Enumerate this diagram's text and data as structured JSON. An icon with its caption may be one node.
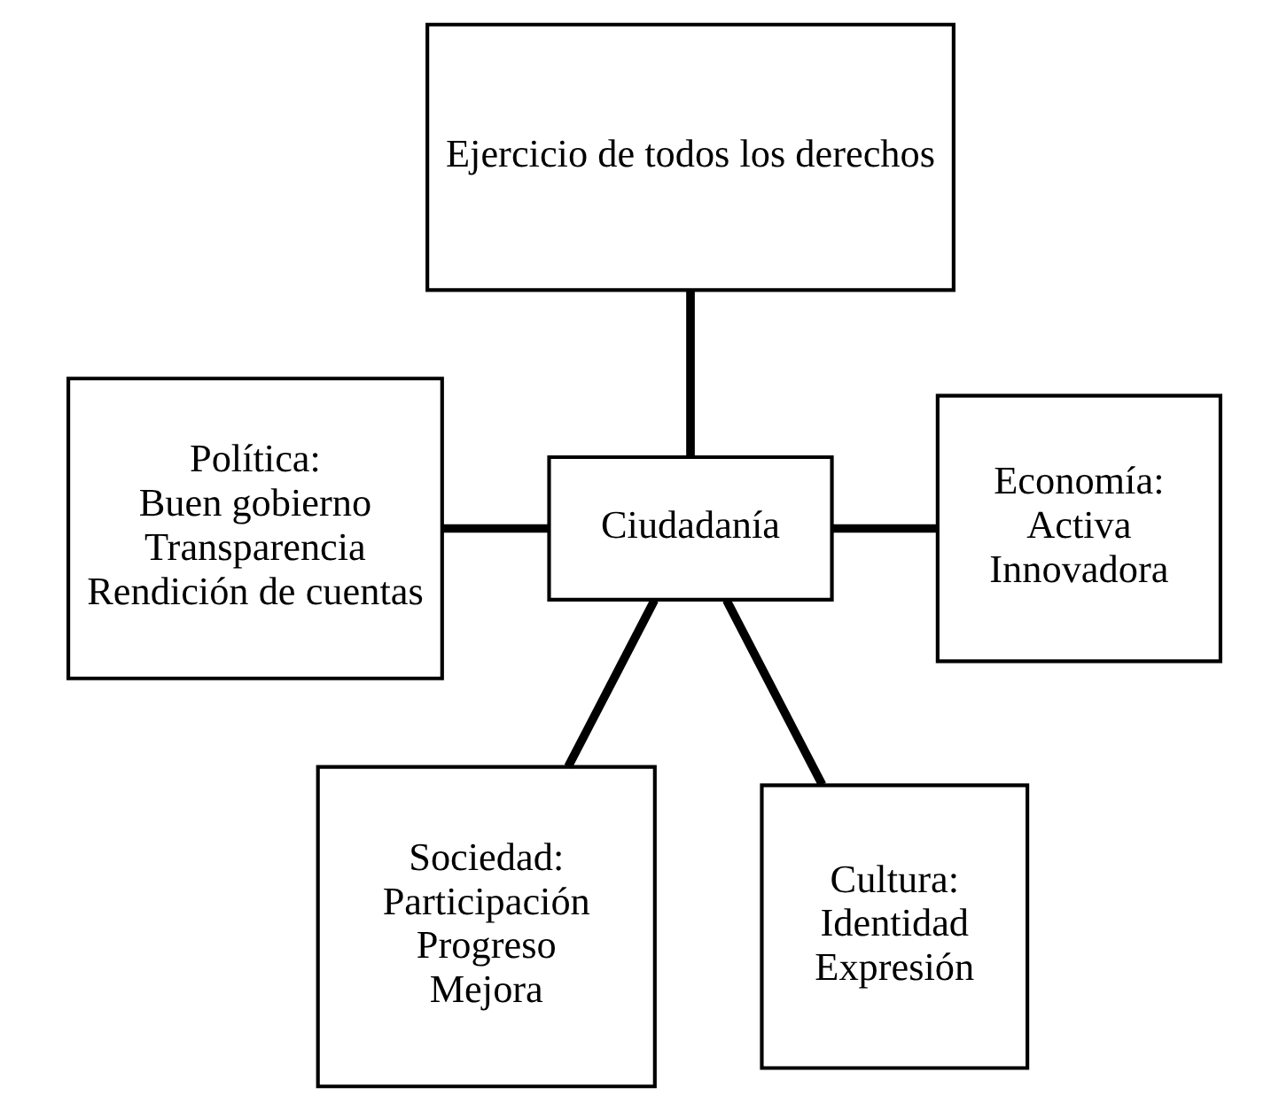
{
  "diagram": {
    "nodes": [
      {
        "text": [
          "Ejercicio de todos los derechos"
        ]
      },
      {
        "text": [
          "Política:",
          "Buen gobierno",
          "Transparencia",
          "Rendición de cuentas"
        ]
      },
      {
        "text": [
          "Ciudadanía"
        ]
      },
      {
        "text": [
          "Economía:",
          "Activa",
          "Innovadora"
        ]
      },
      {
        "text": [
          "Sociedad:",
          "Participación",
          "Progreso",
          "Mejora"
        ]
      },
      {
        "text": [
          "Cultura:",
          "Identidad",
          "Expresión"
        ]
      }
    ],
    "edges": [
      {
        "from": 0,
        "to": 2,
        "arrow": "none"
      },
      {
        "from": 1,
        "to": 2,
        "arrow": "none"
      },
      {
        "from": 2,
        "to": 3,
        "arrow": "none"
      },
      {
        "from": 2,
        "to": 4,
        "arrow": "none"
      },
      {
        "from": 2,
        "to": 5,
        "arrow": "none"
      }
    ]
  }
}
